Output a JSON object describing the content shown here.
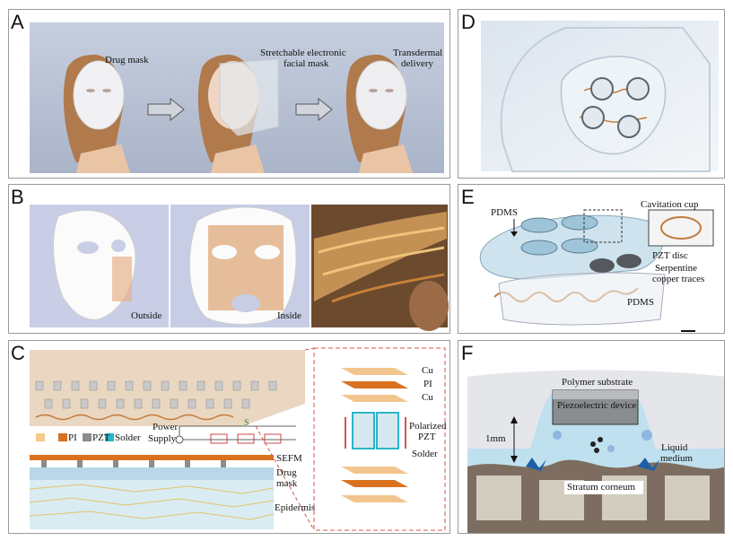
{
  "panels": {
    "A": {
      "letter": "A",
      "labels": {
        "drug_mask": "Drug mask",
        "sefm_line1": "Stretchable electronic",
        "sefm_line2": "facial mask",
        "td_line1": "Transdermal",
        "td_line2": "delivery"
      }
    },
    "B": {
      "letter": "B",
      "labels": {
        "outside": "Outside",
        "inside": "Inside"
      }
    },
    "C": {
      "letter": "C",
      "legend": {
        "pi": "PI",
        "pzt": "PZT",
        "solder": "Solder"
      },
      "labels": {
        "power_line1": "Power",
        "power_line2": "Supply",
        "s": "S",
        "sefm": "SEFM",
        "drug_line1": "Drug",
        "drug_line2": "mask",
        "epidermis": "Epidermis"
      },
      "stack": {
        "cu_top": "Cu",
        "pi": "PI",
        "cu_mid": "Cu",
        "pol_line1": "Polarized",
        "pol_line2": "PZT",
        "solder": "Solder"
      }
    },
    "D": {
      "letter": "D"
    },
    "E": {
      "letter": "E",
      "labels": {
        "pdms_top": "PDMS",
        "cavitation_cup": "Cavitation cup",
        "pzt_disc": "PZT disc",
        "serp_line1": "Serpentine",
        "serp_line2": "copper traces",
        "pdms_bottom": "PDMS"
      }
    },
    "F": {
      "letter": "F",
      "labels": {
        "polymer": "Polymer substrate",
        "piezo": "Piezoelectric device",
        "mm": "1mm",
        "liquid_line1": "Liquid",
        "liquid_line2": "medium",
        "stratum": "Stratum corneum"
      }
    }
  },
  "colors": {
    "copper": "#c47a3a",
    "polyimide": "#d9711f",
    "pzt_gray": "#8c8c8c",
    "solder_cyan": "#2bb5c8",
    "skin": "#e8c9b0",
    "sky": "#b9c3d6"
  }
}
